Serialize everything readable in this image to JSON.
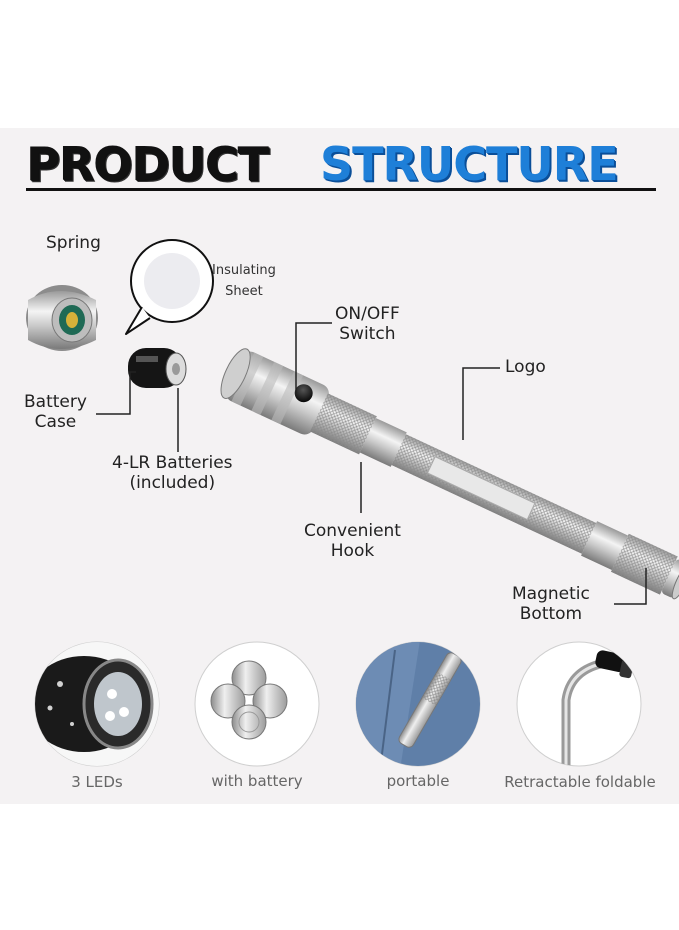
{
  "title": {
    "part1": "PRODUCT",
    "part2": "STRUCTURE"
  },
  "labels": {
    "spring": "Spring",
    "insulating_line1": "Insulating",
    "insulating_line2": "Sheet",
    "onoff_line1": "ON/OFF",
    "onoff_line2": "Switch",
    "logo": "Logo",
    "battery_case_line1": "Battery",
    "battery_case_line2": "Case",
    "batteries_line1": "4-LR Batteries",
    "batteries_line2": "(included)",
    "hook_line1": "Convenient",
    "hook_line2": "Hook",
    "magnetic_line1": "Magnetic",
    "magnetic_line2": "Bottom"
  },
  "features": [
    {
      "caption": "3 LEDs",
      "icon": "led-head-icon"
    },
    {
      "caption": "with battery",
      "icon": "coin-battery-icon"
    },
    {
      "caption": "portable",
      "icon": "pocket-clip-icon"
    },
    {
      "caption": "Retractable foldable",
      "icon": "telescopic-arm-icon"
    }
  ],
  "colors": {
    "accent_blue": "#1e7fd8",
    "title_black": "#111111",
    "panel": "#f4f2f3",
    "caption": "#666666"
  }
}
